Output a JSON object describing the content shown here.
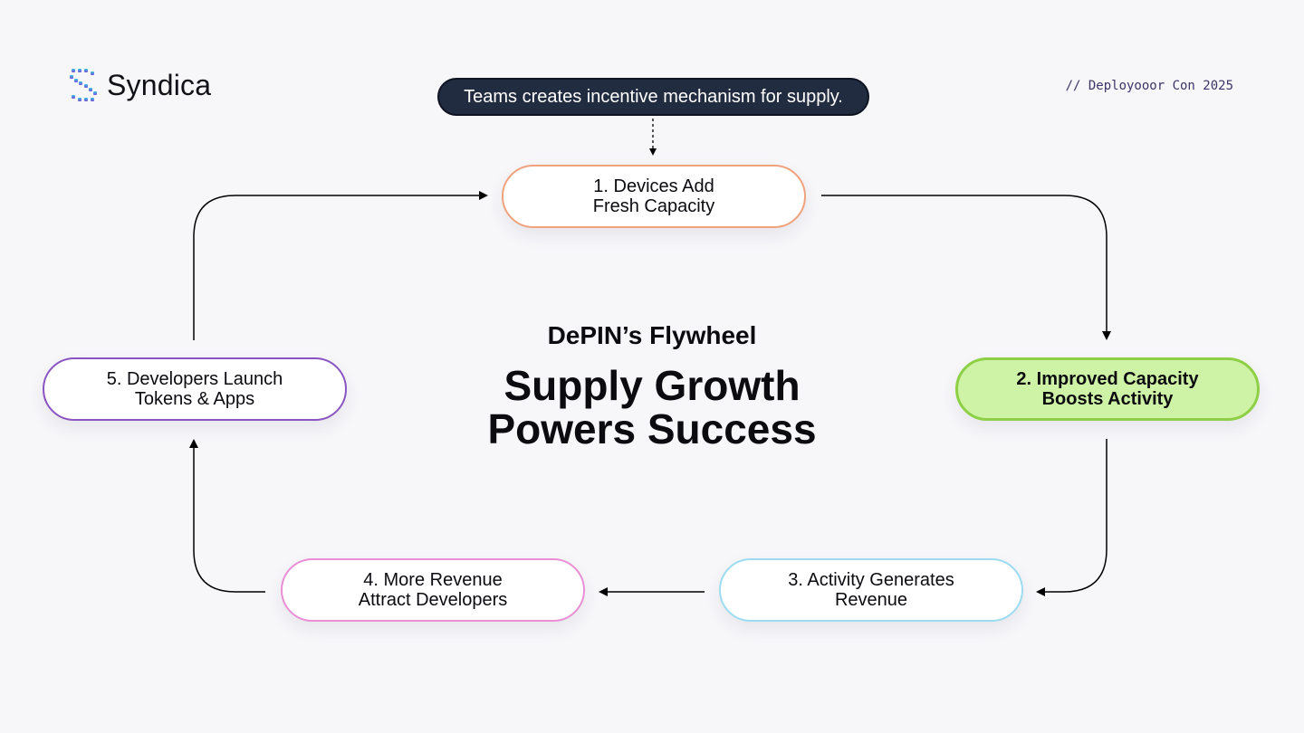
{
  "brand": {
    "name": "Syndica"
  },
  "event_tag": "// Deployooor Con 2025",
  "callout": "Teams creates incentive mechanism for supply.",
  "heading": {
    "subtitle": "DePIN’s Flywheel",
    "title_line1": "Supply Growth",
    "title_line2": "Powers Success"
  },
  "steps": [
    {
      "line1": "1. Devices Add",
      "line2": "Fresh Capacity"
    },
    {
      "line1": "2. Improved Capacity",
      "line2": "Boosts Activity"
    },
    {
      "line1": "3. Activity Generates",
      "line2": "Revenue"
    },
    {
      "line1": "4. More Revenue",
      "line2": "Attract Developers"
    },
    {
      "line1": "5. Developers Launch",
      "line2": "Tokens & Apps"
    }
  ],
  "colors": {
    "step1_border": "#f0a27c",
    "step2_border": "#8ed045",
    "step2_fill": "#cff3a6",
    "step3_border": "#9ddcf0",
    "step4_border": "#ea8fd6",
    "step5_border": "#8a55c3",
    "callout_bg": "#222c40"
  },
  "icons": {
    "logo": "syndica-logo-icon"
  }
}
